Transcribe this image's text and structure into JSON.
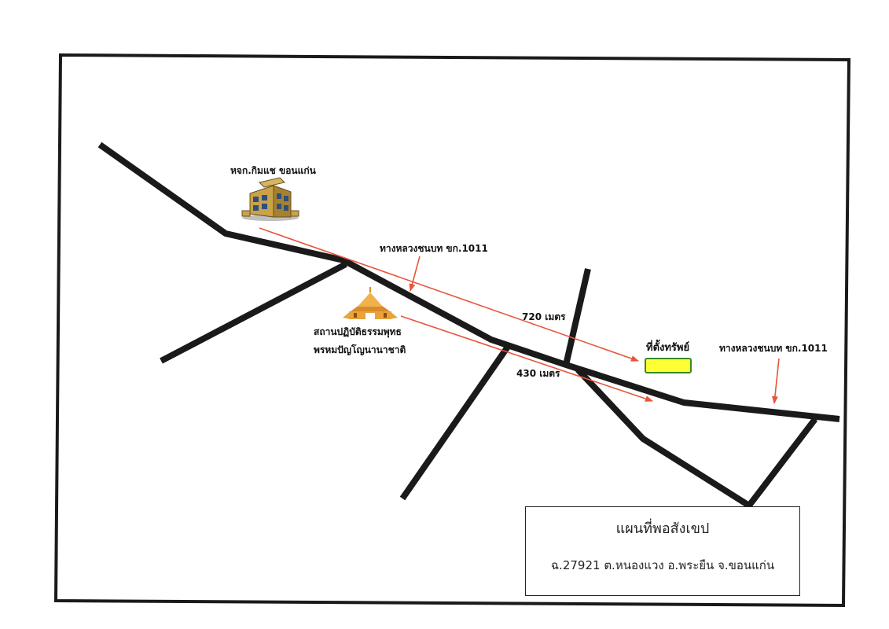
{
  "labels": {
    "hotel": "หจก.กิมแช ขอนแก่น",
    "road_left": "ทางหลวงชนบท ขก.1011",
    "road_right": "ทางหลวงชนบท ขก.1011",
    "temple_line1": "สถานปฏิบัติธรรมพุทธ",
    "temple_line2": "พรหมปัญโญนานาชาติ",
    "distance_720": "720 เมตร",
    "distance_430": "430 เมตร",
    "property": "ที่ตั้งทรัพย์"
  },
  "legend": {
    "title": "แผนที่พอสังเขป",
    "subtitle": "ฉ.27921  ต.หนองแวง อ.พระยืน จ.ขอนแก่น"
  },
  "colors": {
    "road": "#1a1a1a",
    "arrow": "#e8553a",
    "property_fill": "#ffff33",
    "property_border": "#3a8a2a"
  },
  "icons": {
    "hotel": "office-building-icon",
    "temple": "temple-icon"
  }
}
